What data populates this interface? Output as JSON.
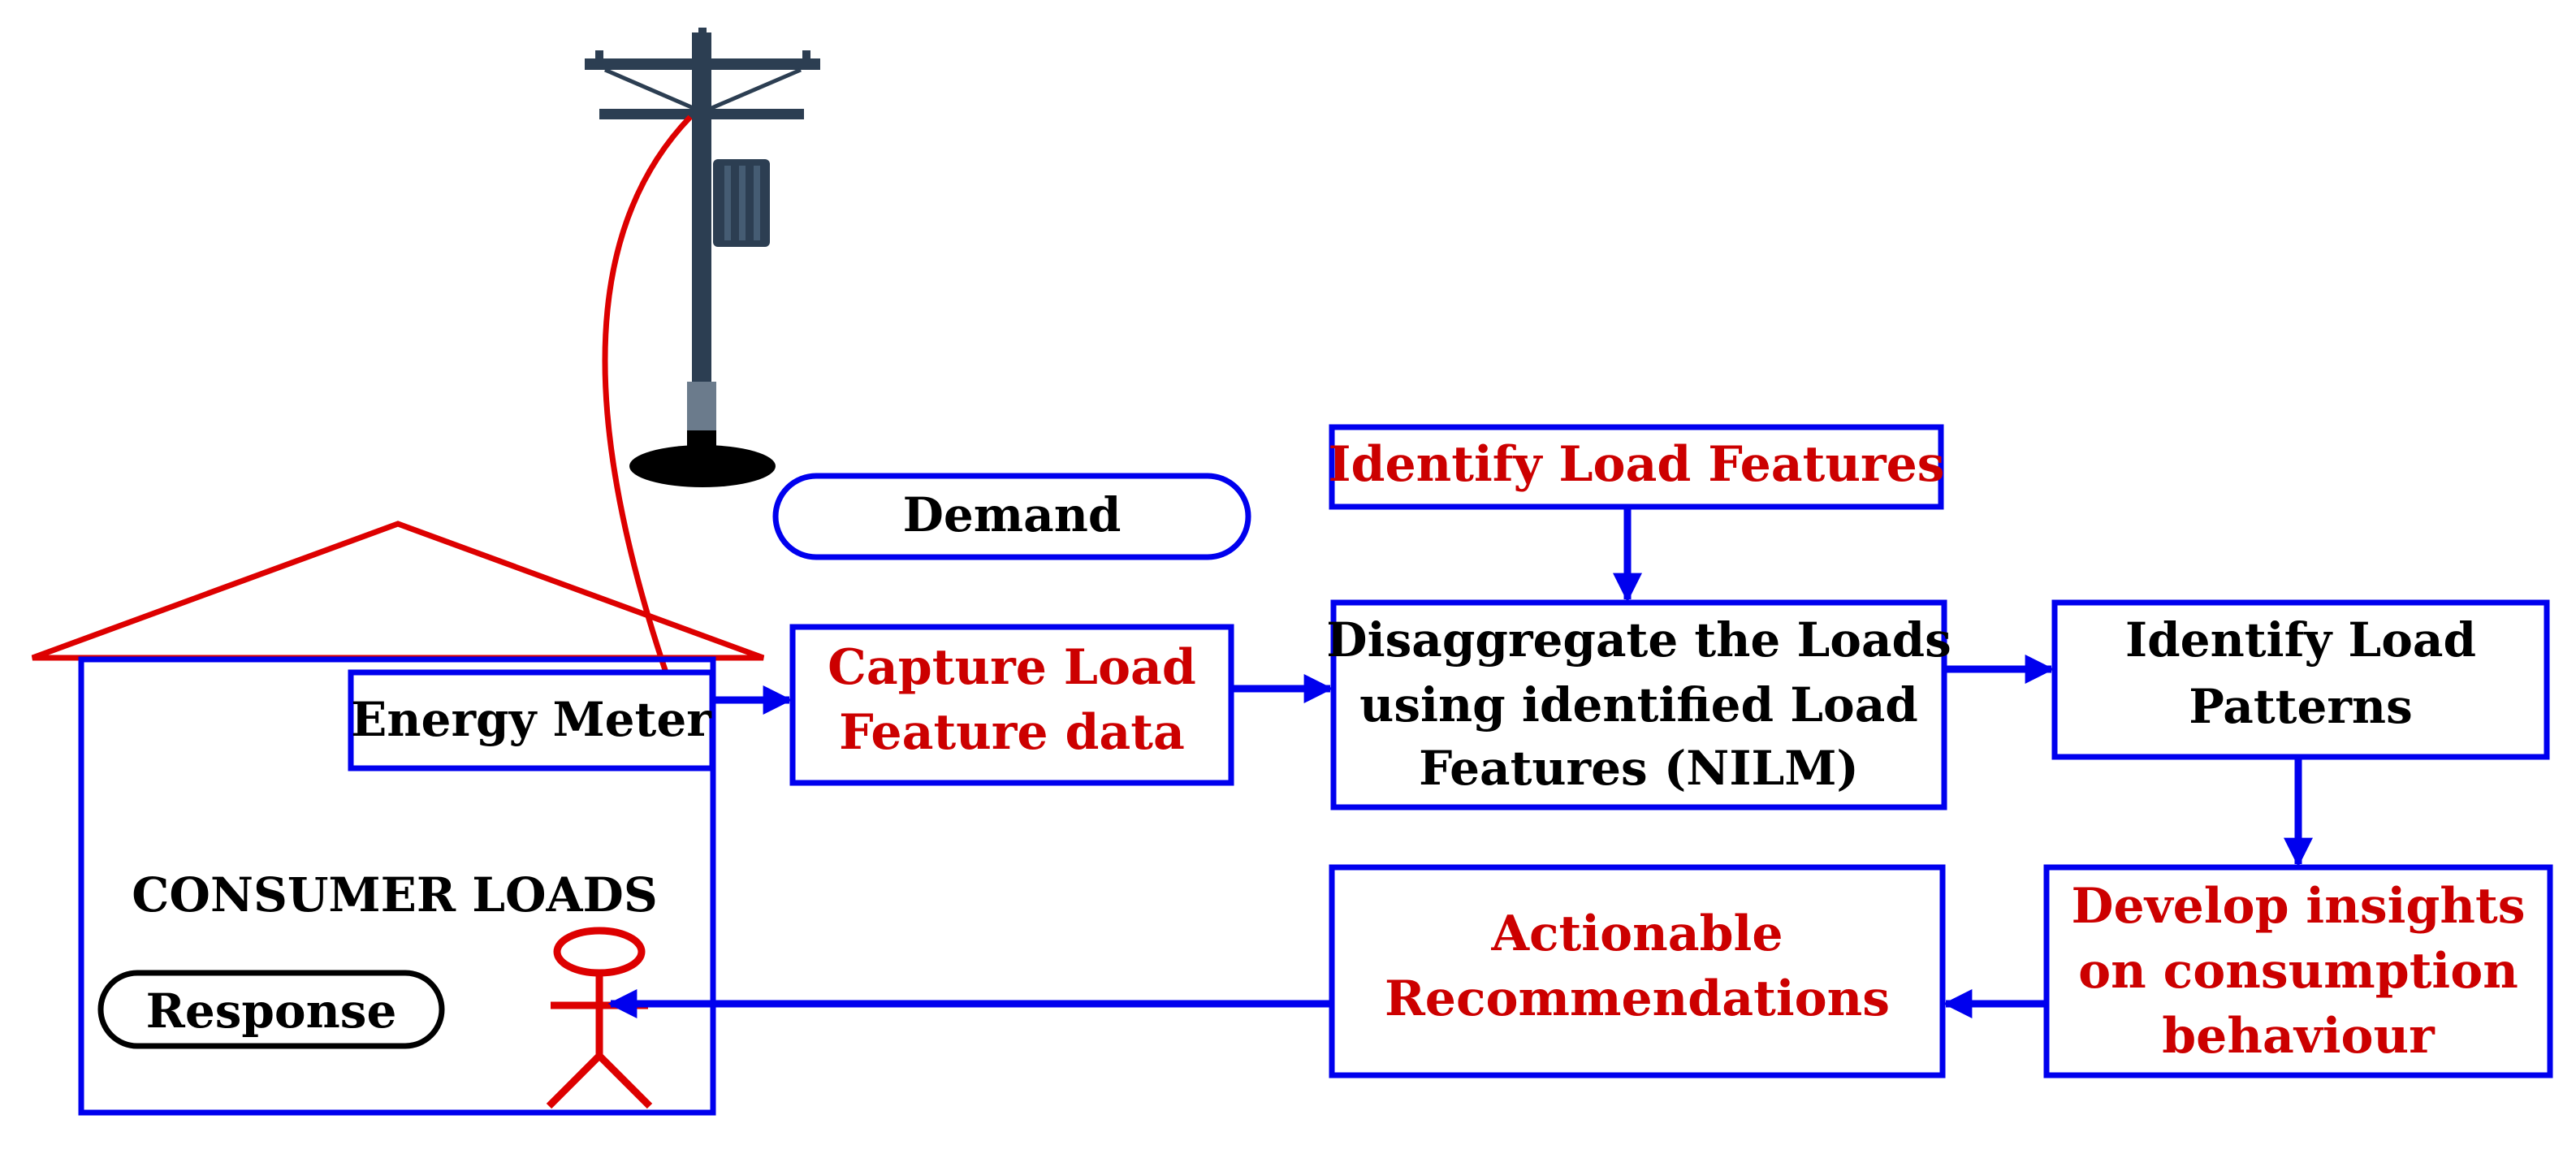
{
  "labels": {
    "demand": "Demand",
    "energy_meter": "Energy Meter",
    "consumer_loads": "CONSUMER LOADS",
    "response": "Response",
    "capture_line1": "Capture Load",
    "capture_line2": "Feature data",
    "identify_features": "Identify Load Features",
    "disaggregate_line1": "Disaggregate the Loads",
    "disaggregate_line2": "using identified Load",
    "disaggregate_line3": "Features (NILM)",
    "patterns_line1": "Identify Load",
    "patterns_line2": "Patterns",
    "insights_line1": "Develop insights",
    "insights_line2": "on consumption",
    "insights_line3": "behaviour",
    "actionable_line1": "Actionable",
    "actionable_line2": "Recommendations"
  },
  "colors": {
    "box_border": "#0000ee",
    "arrow": "#0000ee",
    "emphasis_text": "#cc0000",
    "plain_text": "#000000",
    "house": "#dd0000",
    "pole": "#2c3e52"
  }
}
